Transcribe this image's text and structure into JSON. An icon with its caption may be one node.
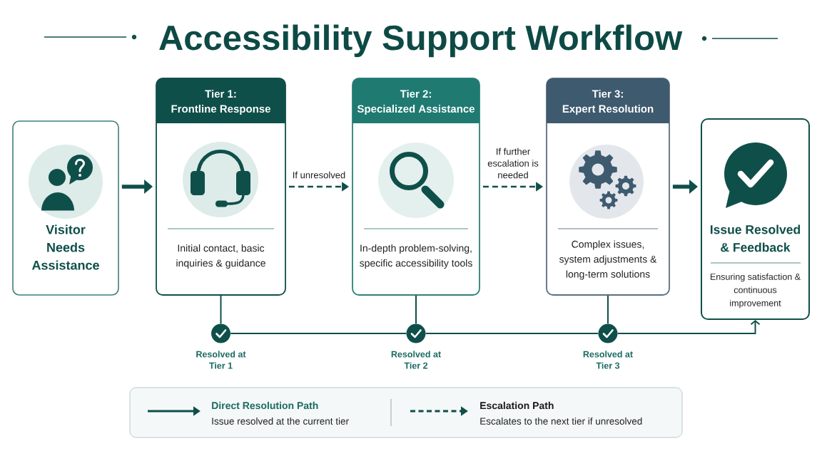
{
  "diagram": {
    "title": "Accessibility Support Workflow",
    "nodes": [
      {
        "text": [
          "Visitor Needs Assistance"
        ]
      },
      {
        "text": [
          "Tier 1: Frontline Response",
          "Initial contact, basic inquiries & guidance"
        ]
      },
      {
        "text": [
          "Tier 2: Specialized Assistance",
          "In-depth problem-solving, specific accessibility tools"
        ]
      },
      {
        "text": [
          "Tier 3: Expert Resolution",
          "Complex issues, system adjustments & long-term solutions"
        ]
      },
      {
        "text": [
          "Issue Resolved & Feedback",
          "Ensuring satisfaction & continuous improvement"
        ]
      },
      {
        "text": [],
        "shape": "circle",
        "beside": [
          "Resolved at Tier 1"
        ]
      },
      {
        "text": [],
        "shape": "circle",
        "beside": [
          "Resolved at Tier 2"
        ]
      },
      {
        "text": [],
        "shape": "circle",
        "beside": [
          "Resolved at Tier 3"
        ]
      }
    ],
    "edges": [
      {
        "from": 0,
        "to": 1,
        "arrow": "to",
        "style": "thick"
      },
      {
        "from": 1,
        "to": 2,
        "arrow": "to",
        "style": "dashed",
        "label": "If unresolved"
      },
      {
        "from": 2,
        "to": 3,
        "arrow": "to",
        "style": "dashed",
        "label": "If further escalation is needed"
      },
      {
        "from": 3,
        "to": 4,
        "arrow": "to",
        "style": "thick"
      },
      {
        "from": 1,
        "to": 5,
        "arrow": "none"
      },
      {
        "from": 2,
        "to": 6,
        "arrow": "none"
      },
      {
        "from": 3,
        "to": 7,
        "arrow": "none"
      },
      {
        "from": 5,
        "to": 6,
        "arrow": "none"
      },
      {
        "from": 6,
        "to": 7,
        "arrow": "none"
      },
      {
        "from": 7,
        "to": 4,
        "arrow": "to"
      }
    ],
    "labels": [
      "Issue resolved at the current tier",
      "Escalates to the next tier if unresolved"
    ],
    "legend": [
      {
        "text": "Direct Resolution Path"
      },
      {
        "text": "Escalation Path"
      }
    ]
  }
}
